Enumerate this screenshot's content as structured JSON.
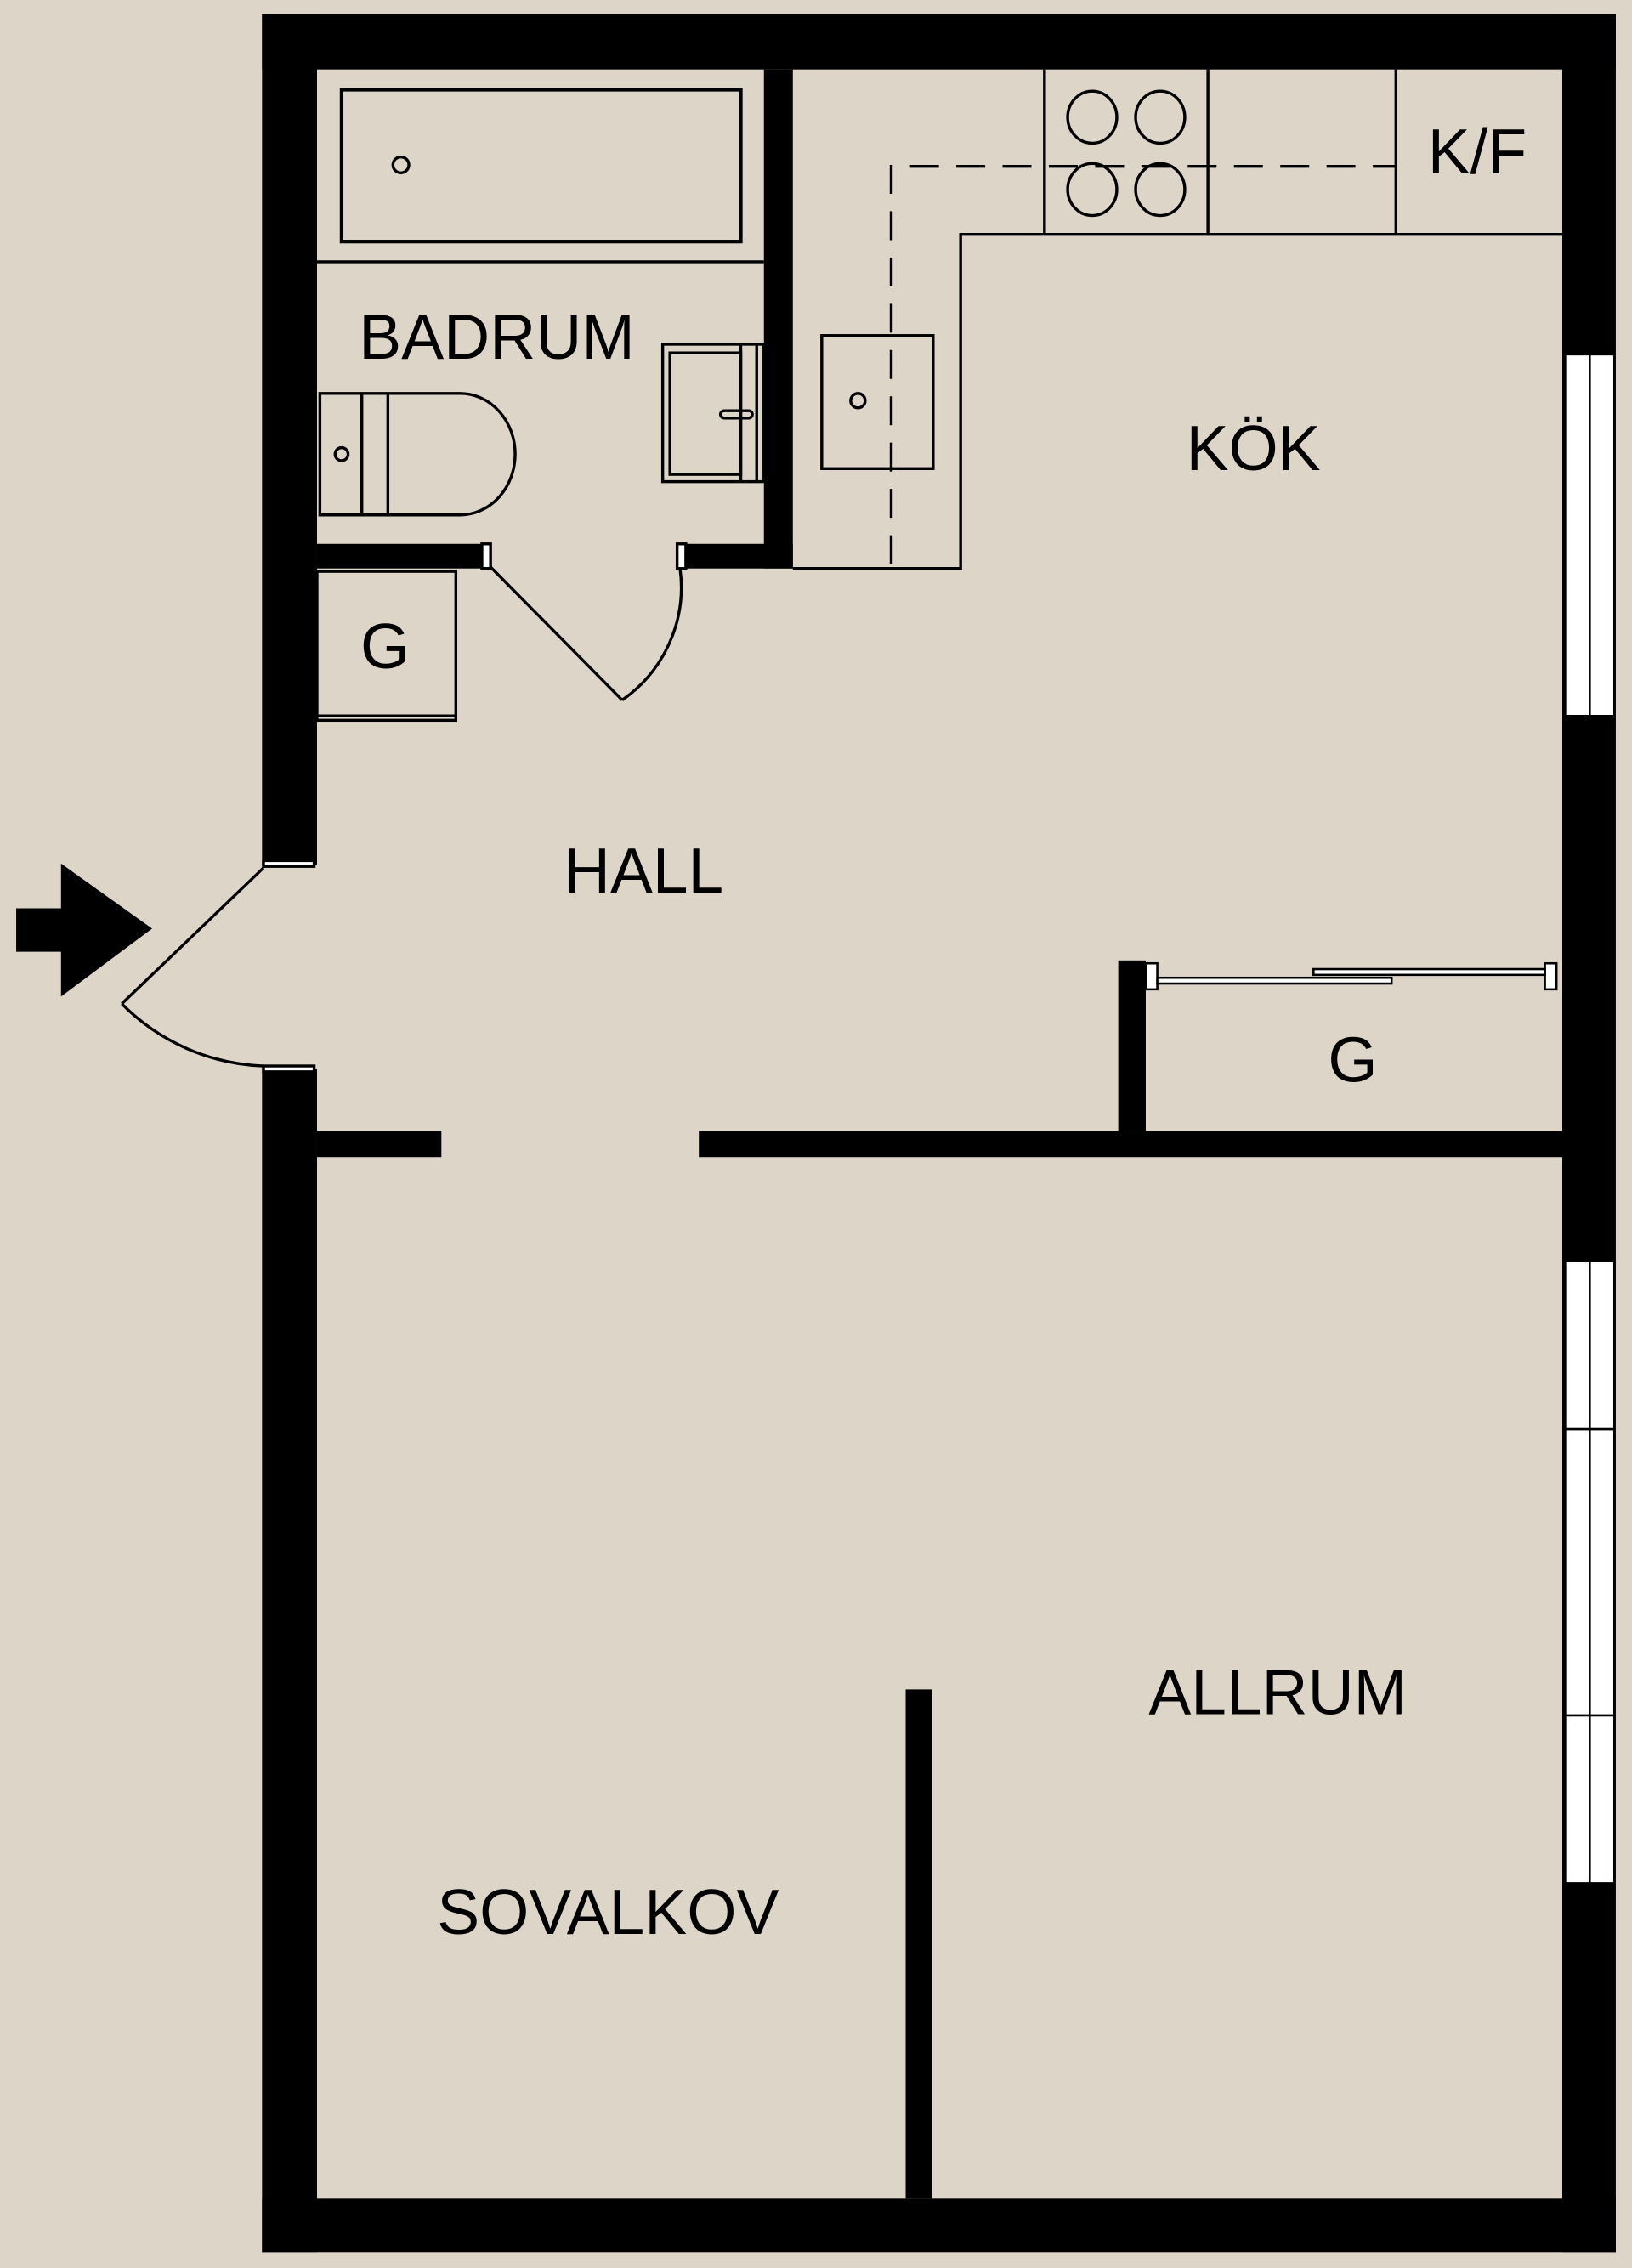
{
  "colors": {
    "background": "#ded5c9",
    "wall": "#000000",
    "window": "#ffffff"
  },
  "rooms": {
    "badrum": "BADRUM",
    "kok": "KÖK",
    "kf": "K/F",
    "g_hall": "G",
    "hall": "HALL",
    "g_closet": "G",
    "allrum": "ALLRUM",
    "sovalkov": "SOVALKOV"
  },
  "icons": {
    "entrance": "entrance-arrow-icon"
  }
}
